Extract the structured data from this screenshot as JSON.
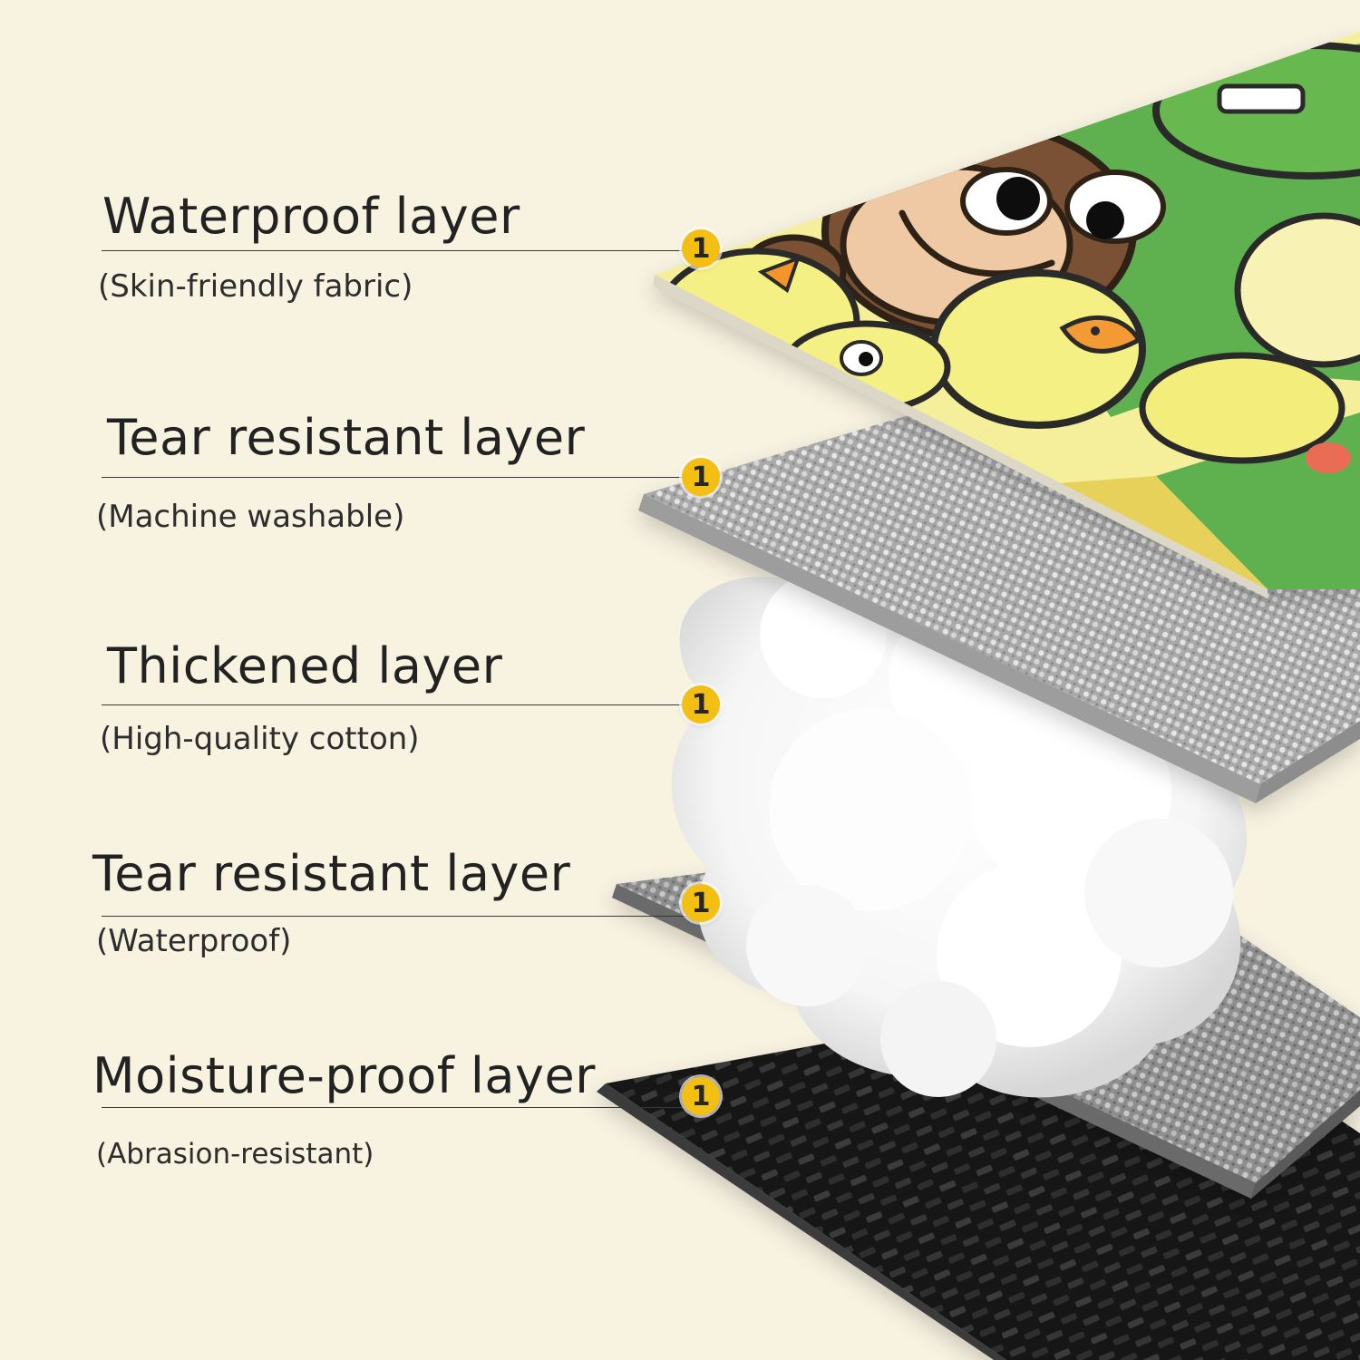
{
  "layers": [
    {
      "title": "Waterproof layer",
      "subtitle": "(Skin-friendly fabric)",
      "marker": "1",
      "material": "cartoon-animal-print-fabric"
    },
    {
      "title": "Tear resistant  layer",
      "subtitle": "(Machine washable)",
      "marker": "1",
      "material": "light-gray-woven-fabric"
    },
    {
      "title": "Thickened layer",
      "subtitle": "(High-quality cotton)",
      "marker": "1",
      "material": "white-cotton-fill"
    },
    {
      "title": "Tear resistant layer",
      "subtitle": "(Waterproof)",
      "marker": "1",
      "material": "gray-woven-fabric"
    },
    {
      "title": "Moisture-proof layer",
      "subtitle": "(Abrasion-resistant)",
      "marker": "1",
      "material": "black-carbon-weave-fabric"
    }
  ],
  "colors": {
    "background": "#f8f2e1",
    "marker": "#f2bf12",
    "text": "#272727",
    "print_green": "#5eb14f",
    "print_yellow": "#f5ee8d",
    "print_brown": "#7a5135",
    "weave_light": "#d4d4d2",
    "weave_dark": "#1d1d1d",
    "cotton": "#ffffff"
  }
}
